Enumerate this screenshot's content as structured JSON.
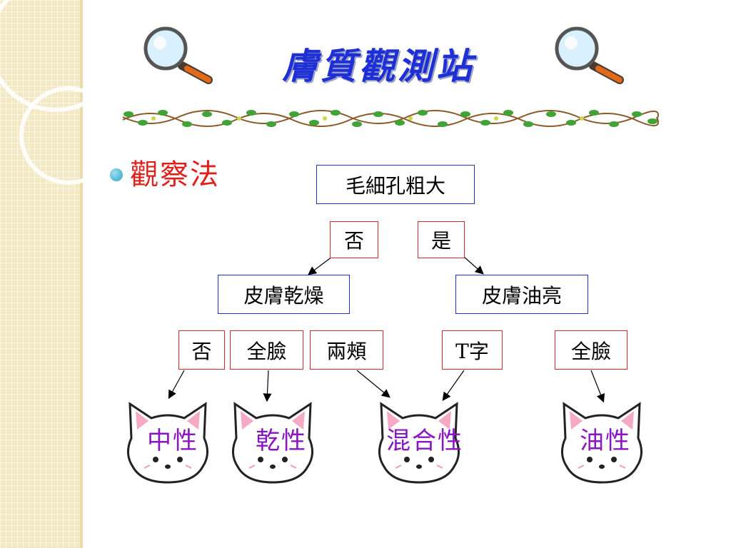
{
  "slide": {
    "title": "膚質觀測站",
    "bullet": "觀察法"
  },
  "diagram": {
    "root": "毛細孔粗大",
    "root_no": "否",
    "root_yes": "是",
    "dry_skin": "皮膚乾燥",
    "oily_skin": "皮膚油亮",
    "dry_no": "否",
    "dry_whole_face": "全臉",
    "dry_both_cheeks": "兩頰",
    "oily_t_zone": "T字",
    "oily_whole_face": "全臉",
    "result_neutral": "中性",
    "result_dry": "乾性",
    "result_combination": "混合性",
    "result_oily": "油性"
  },
  "colors": {
    "title": "#1f2fd6",
    "bullet_text": "#e0201a",
    "result_text": "#8a16c0",
    "decision_border": "#2530c8",
    "answer_border": "#d02a2a"
  }
}
